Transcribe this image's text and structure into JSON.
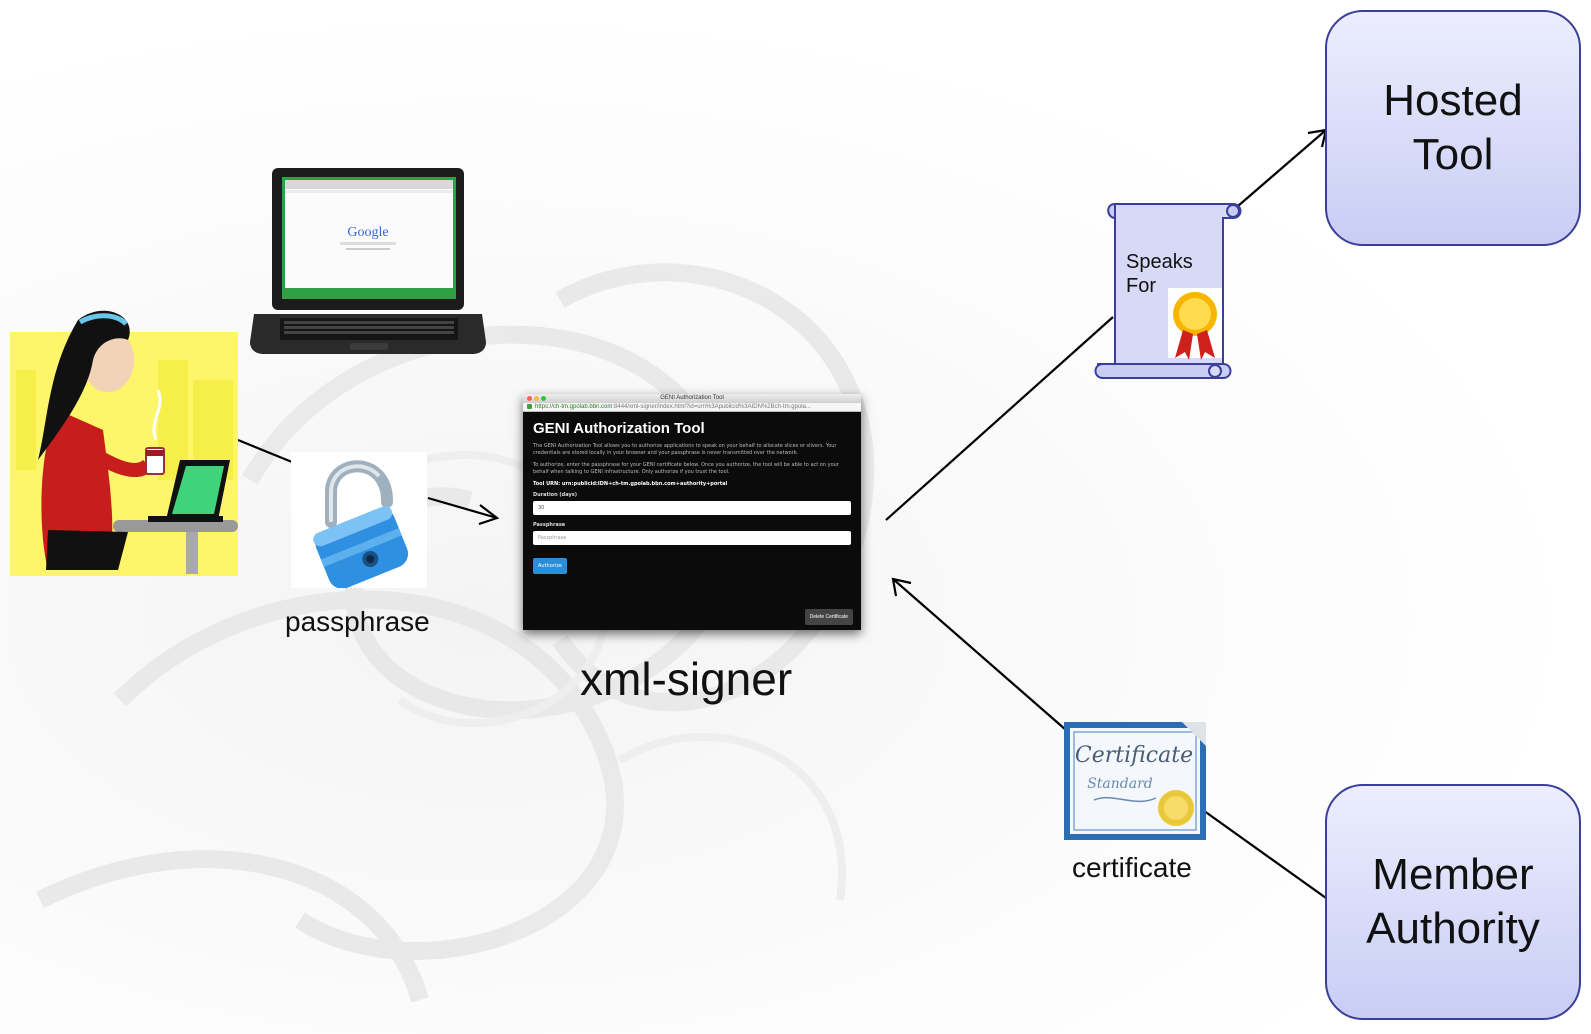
{
  "labels": {
    "passphrase": "passphrase",
    "xml_signer": "xml-signer",
    "certificate": "certificate"
  },
  "hosted_tool": {
    "text": "Hosted\nTool"
  },
  "member_authority": {
    "text": "Member\nAuthority"
  },
  "scroll": {
    "text": "Speaks\nFor"
  },
  "laptop": {
    "search_brand": "Google"
  },
  "cert_image": {
    "title": "Certificate",
    "subtitle": "Standard"
  },
  "screenshot": {
    "window_title": "GENI Authorization Tool",
    "url_host": "https://ch-tm.gpolab.bbn.com",
    "url_rest": ":8444/xml-signer/index.html?id=urn%3Apublicid%3AIDN%2Bch-tm.gpola...",
    "heading": "GENI Authorization Tool",
    "para1": "The GENI Authorization Tool allows you to authorize applications to speak on your behalf to allocate slices or slivers. Your credentials are stored locally in your browser and your passphrase is never transmitted over the network.",
    "para2": "To authorize, enter the passphrase for your GENI certificate below. Once you authorize, the tool will be able to act on your behalf when talking to GENI infrastructure. Only authorize if you trust the tool.",
    "urn": "Tool URN: urn:publicid:IDN+ch-tm.gpolab.bbn.com+authority+portal",
    "duration_label": "Duration (days)",
    "duration_value": "30",
    "passphrase_label": "Passphrase",
    "passphrase_placeholder": "Passphrase",
    "authorize_button": "Authorize",
    "delete_button": "Delete Certificate"
  },
  "colors": {
    "entity_border": "#3a3f9a",
    "entity_fill": "#c9cdf4",
    "scroll_fill": "#d7d9f6",
    "arrow": "#000000",
    "authorize_blue": "#2a8fd6"
  }
}
